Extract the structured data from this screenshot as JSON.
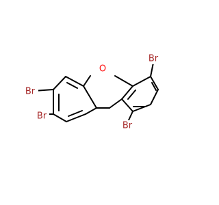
{
  "molecule": {
    "atoms": {
      "oxygen": {
        "label": "O",
        "color": "#ff0d0d"
      },
      "br_4": {
        "label": "Br",
        "color": "#a62929"
      },
      "br_3": {
        "label": "Br",
        "color": "#a62929"
      },
      "br_2": {
        "label": "Br",
        "color": "#a62929"
      },
      "br_9": {
        "label": "Br",
        "color": "#a62929"
      }
    },
    "bond_color": "#000000",
    "background": "#ffffff"
  }
}
